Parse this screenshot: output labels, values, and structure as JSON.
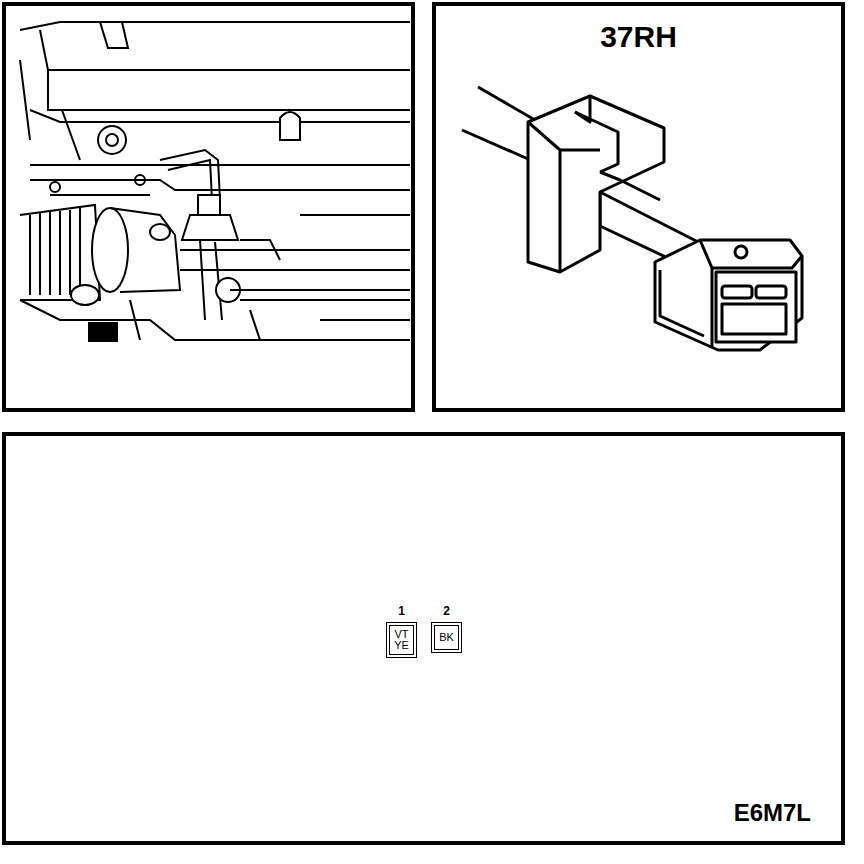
{
  "diagram": {
    "nodes": [
      {
        "text": [
          "37RH"
        ]
      },
      {
        "text": [
          "E6M7L"
        ]
      },
      {
        "text": [
          "1",
          "VT YE"
        ],
        "in": 1
      },
      {
        "text": [
          "2",
          "BK"
        ],
        "in": 1
      }
    ]
  }
}
